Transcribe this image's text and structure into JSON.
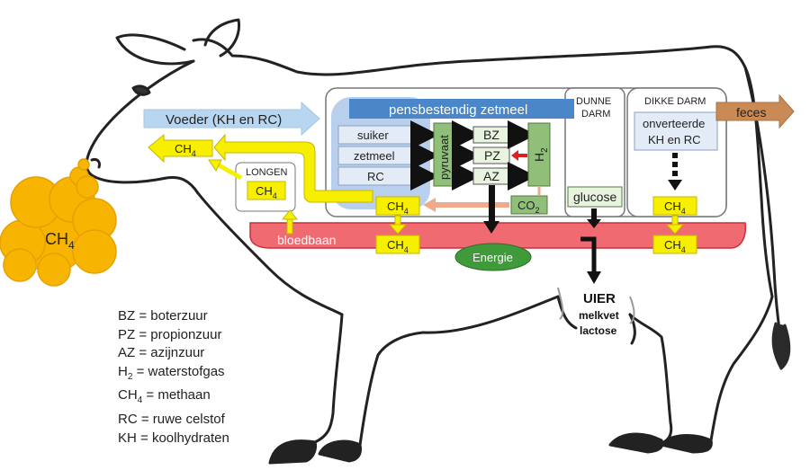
{
  "labels": {
    "voeder": "Voeder (KH en RC)",
    "ch4": "CH",
    "ch4_sub": "4",
    "longen": "LONGEN",
    "bloedbaan": "bloedbaan",
    "pensbestendig": "pensbestendig zetmeel",
    "suiker": "suiker",
    "zetmeel": "zetmeel",
    "rc": "RC",
    "pyruvaat": "pyruvaat",
    "bz": "BZ",
    "pz": "PZ",
    "az": "AZ",
    "h2": "H",
    "h2_sub": "2",
    "co2": "CO",
    "co2_sub": "2",
    "dunne_darm_1": "DUNNE",
    "dunne_darm_2": "DARM",
    "glucose": "glucose",
    "dikke_darm": "DIKKE DARM",
    "onverteerde_1": "onverteerde",
    "onverteerde_2": "KH en RC",
    "feces": "feces",
    "energie": "Energie",
    "uier": "UIER",
    "melkvet": "melkvet",
    "lactose": "lactose"
  },
  "legend": [
    {
      "abbr": "BZ",
      "sub": "",
      "desc": " = boterzuur"
    },
    {
      "abbr": "PZ",
      "sub": "",
      "desc": " = propionzuur"
    },
    {
      "abbr": "AZ",
      "sub": "",
      "desc": " = azijnzuur"
    },
    {
      "abbr": "H",
      "sub": "2",
      "desc": " = waterstofgas"
    },
    {
      "abbr": "CH",
      "sub": "4",
      "desc": " = methaan"
    },
    {
      "abbr": "RC",
      "sub": "",
      "desc": " = ruwe celstof"
    },
    {
      "abbr": "KH",
      "sub": "",
      "desc": " = koolhydraten"
    }
  ],
  "colors": {
    "yellow": "#f6f000",
    "yellow_border": "#c8b400",
    "blood": "#f06a72",
    "blood_dark": "#c9303c",
    "pens_blue": "#b8d0ee",
    "bar_blue": "#4a86c8",
    "feed_arrow": "#b8d6f0",
    "green": "#8fbf78",
    "energy": "#3f9a3a",
    "feces": "#c98a55",
    "cloud": "#f7b400",
    "co2_arrow": "#f0a98a",
    "red_arrow": "#e02020"
  }
}
